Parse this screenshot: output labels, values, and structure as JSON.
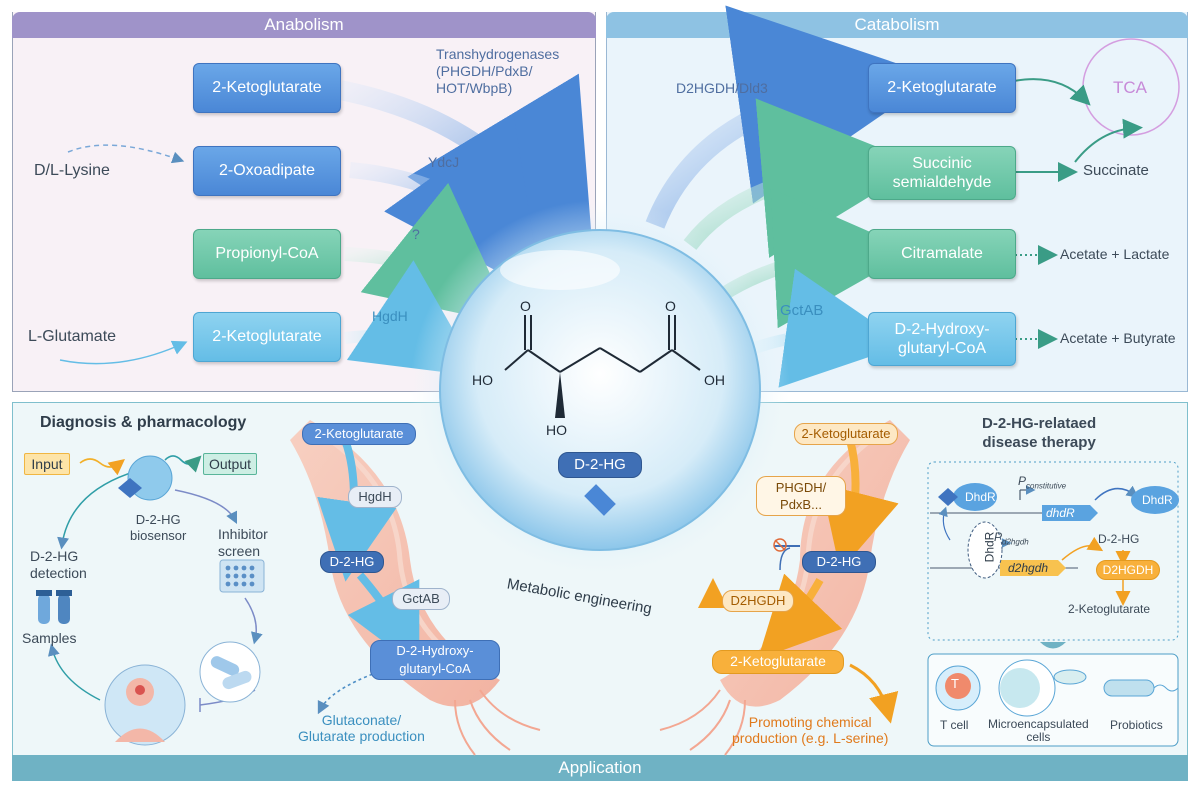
{
  "sections": {
    "anabolism": "Anabolism",
    "catabolism": "Catabolism",
    "application": "Application"
  },
  "anabolism": {
    "boxes": [
      "2-Ketoglutarate",
      "2-Oxoadipate",
      "Propionyl-CoA",
      "2-Ketoglutarate"
    ],
    "sources": [
      "D/L-Lysine",
      "L-Glutamate"
    ],
    "enzymes": {
      "transhydrogenases": "Transhydrogenases",
      "transhydrogenases_list_1": "(PHGDH/PdxB/",
      "transhydrogenases_list_2": "HOT/WbpB)",
      "ydcj": "YdcJ",
      "unknown": "?",
      "hgdh": "HgdH"
    }
  },
  "catabolism": {
    "boxes": [
      "2-Ketoglutarate",
      "Succinic semialdehyde",
      "Citramalate",
      "D-2-Hydroxy-glutaryl-CoA"
    ],
    "enzymes": {
      "d2hgdh": "D2HGDH/Dld3",
      "gctab": "GctAB"
    },
    "tca": "TCA",
    "succinate": "Succinate",
    "acetate_lactate": "Acetate + Lactate",
    "acetate_butyrate": "Acetate + Butyrate"
  },
  "center": {
    "label": "D-2-HG",
    "atoms": {
      "o1": "O",
      "o2": "O",
      "ho": "HO",
      "oh": "OH",
      "ho_sub": "HO"
    },
    "metabolic_engineering": "Metabolic engineering"
  },
  "diagnosis": {
    "title": "Diagnosis & pharmacology",
    "input": "Input",
    "output": "Output",
    "biosensor_1": "D-2-HG",
    "biosensor_2": "biosensor",
    "inhibitor_1": "Inhibitor",
    "inhibitor_2": "screen",
    "detection_1": "D-2-HG",
    "detection_2": "detection",
    "samples": "Samples"
  },
  "left_cell": {
    "pills": [
      "2-Ketoglutarate",
      "HgdH",
      "D-2-HG",
      "GctAB",
      "D-2-Hydroxy-",
      "glutaryl-CoA"
    ],
    "product_1": "Glutaconate/",
    "product_2": "Glutarate production"
  },
  "right_cell": {
    "pills": [
      "2-Ketoglutarate",
      "PHGDH/",
      "PdxB...",
      "D-2-HG",
      "D2HGDH",
      "2-Ketoglutarate"
    ],
    "product_1": "Promoting chemical",
    "product_2": "production (e.g. L-serine)"
  },
  "therapy": {
    "title_1": "D-2-HG-relataed",
    "title_2": "disease therapy",
    "dhdr": "DhdR",
    "p_const": "P",
    "p_const_sub": "constitutive",
    "dhdr_gene": "dhdR",
    "p_d2": "P",
    "p_d2_sub": "d2hgdh",
    "d2hgdh_gene": "d2hgdh",
    "d2hg": "D-2-HG",
    "d2hgdh_protein": "D2HGDH",
    "ketoglutarate": "2-Ketoglutarate",
    "carriers": [
      "T cell",
      "Microencapsulated",
      "cells",
      "Probiotics"
    ],
    "tcell_letter": "T"
  },
  "colors": {
    "blue": "#4a87d6",
    "green": "#5fbf9e",
    "lightblue": "#64bde6",
    "orange": "#f8b03b",
    "purple": "#9f93c9"
  }
}
